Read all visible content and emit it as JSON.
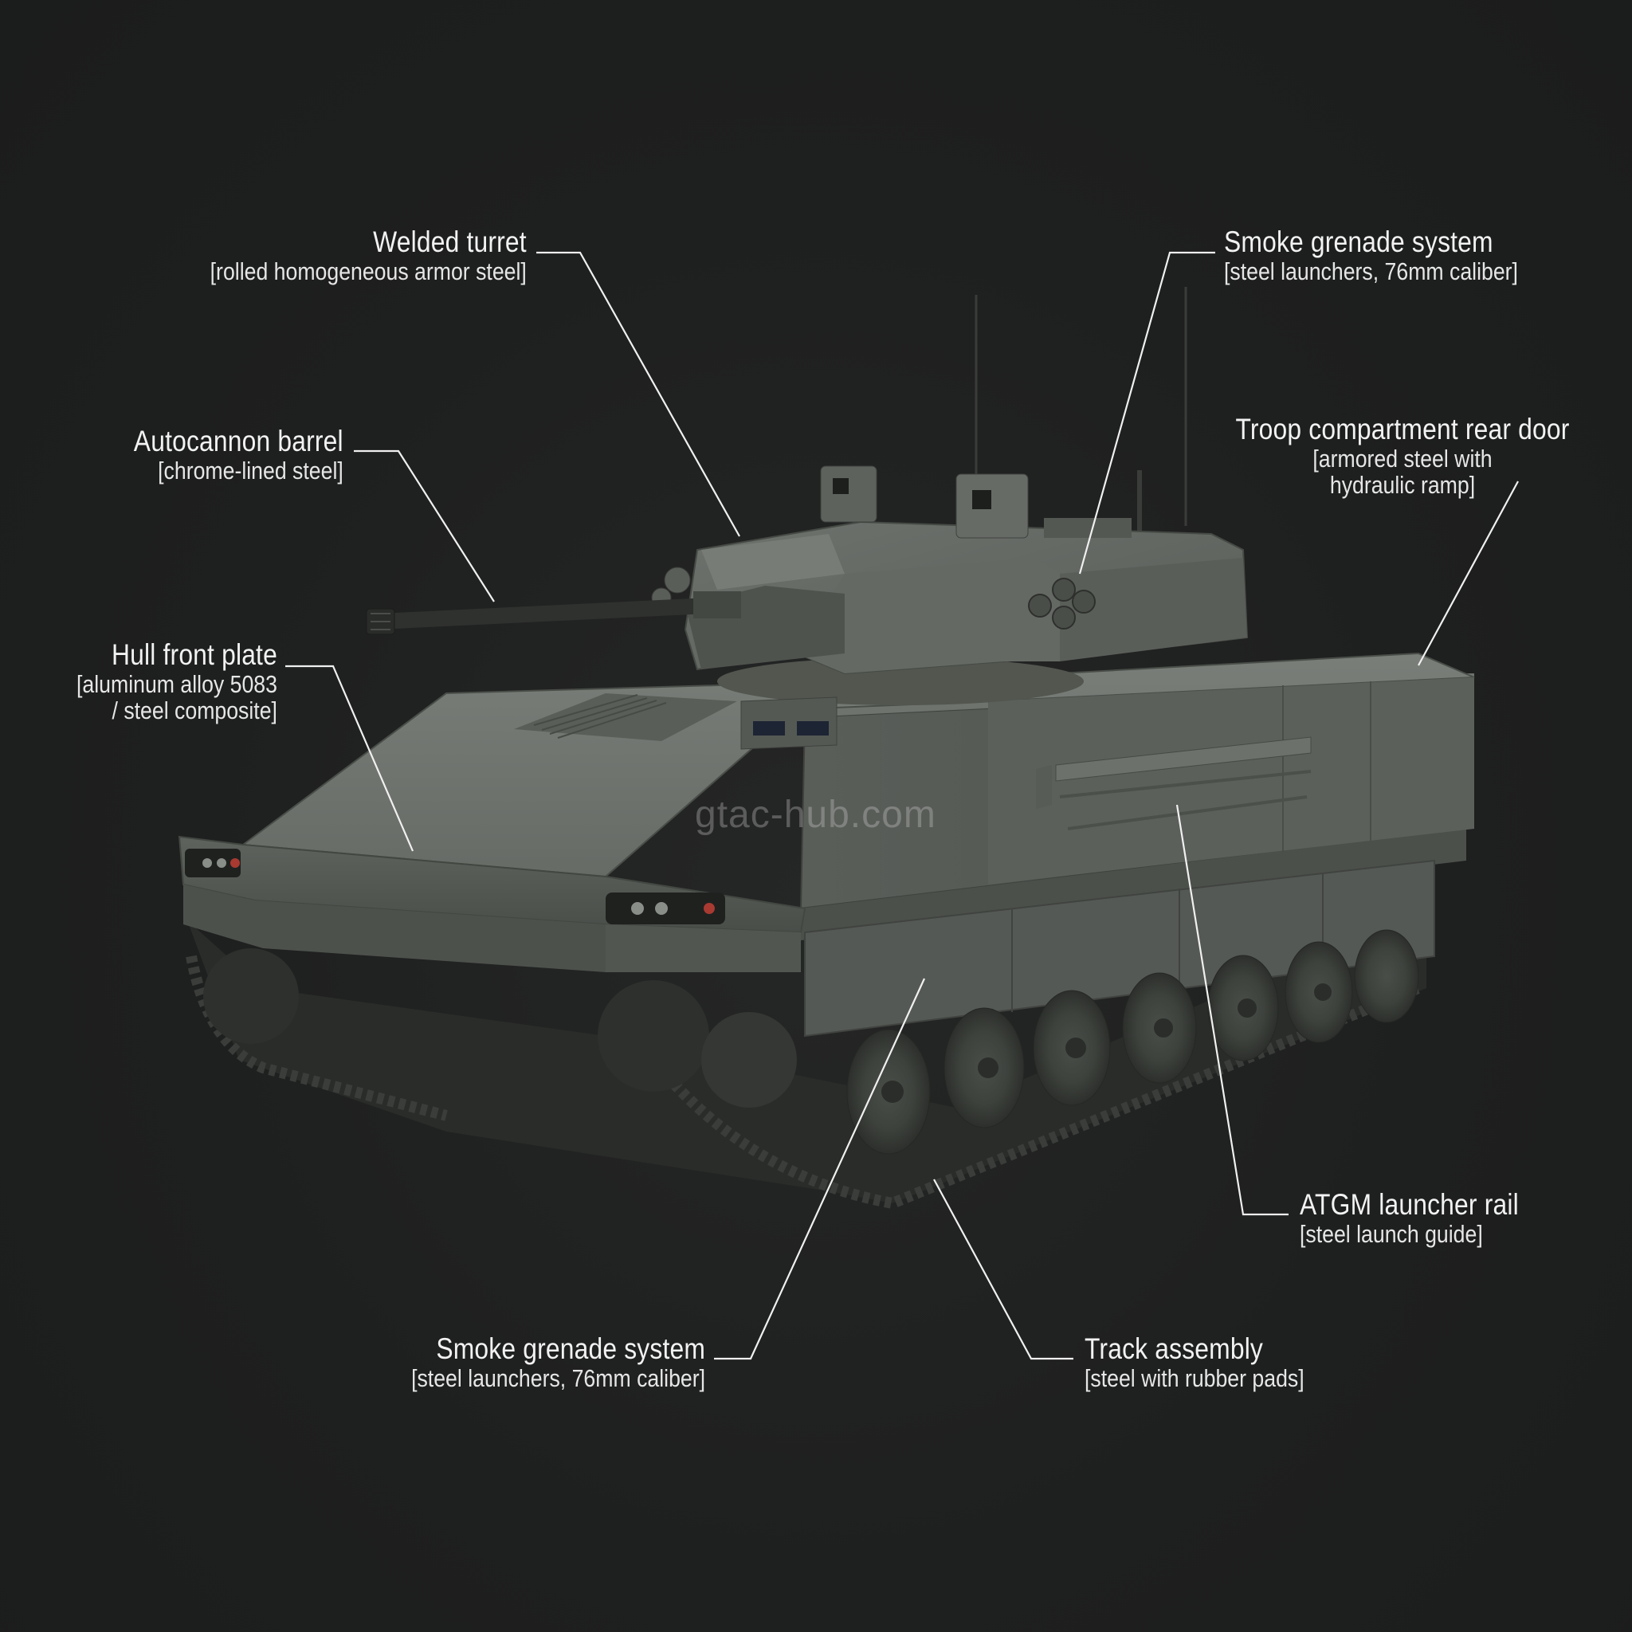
{
  "diagram": {
    "subject": "Tracked infantry fighting vehicle (side/front three-quarter view)",
    "background_color": "#1f2020",
    "vehicle_color": "#5d625d",
    "line_color": "#f0f0f0",
    "watermark": "gtac-hub.com",
    "callouts": [
      {
        "id": "welded-turret",
        "title": "Welded turret",
        "material": "[rolled homogeneous armor steel]"
      },
      {
        "id": "autocannon-barrel",
        "title": "Autocannon barrel",
        "material": "[chrome-lined steel]"
      },
      {
        "id": "hull-front-plate",
        "title": "Hull front plate",
        "material_line1": "[aluminum alloy 5083",
        "material_line2": "/ steel composite]"
      },
      {
        "id": "smoke-grenade-top",
        "title": "Smoke grenade system",
        "material": "[steel launchers, 76mm caliber]"
      },
      {
        "id": "rear-door",
        "title": "Troop compartment rear door",
        "material_line1": "[armored steel with",
        "material_line2": "hydraulic ramp]"
      },
      {
        "id": "atgm-rail",
        "title": "ATGM launcher rail",
        "material": "[steel launch guide]"
      },
      {
        "id": "smoke-grenade-bottom",
        "title": "Smoke grenade system",
        "material": "[steel launchers, 76mm caliber]"
      },
      {
        "id": "track-assembly",
        "title": "Track assembly",
        "material": "[steel with rubber pads]"
      }
    ]
  }
}
